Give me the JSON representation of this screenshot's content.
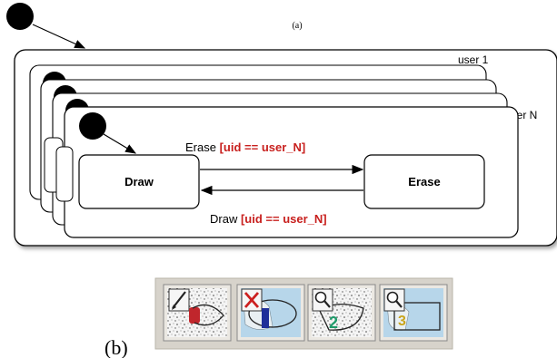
{
  "diagram": {
    "part_a_label": "(a)",
    "part_b_label": "(b)",
    "user_first": "user 1",
    "user_last": "user N",
    "states": {
      "draw": "Draw",
      "erase": "Erase"
    },
    "transitions": {
      "erase": {
        "event": "Erase",
        "guard": "[uid == user_N]"
      },
      "draw": {
        "event": "Draw",
        "guard": "[uid == user_N]"
      }
    }
  },
  "toolbar": {
    "buttons": [
      {
        "icon": "pencil-draw-icon",
        "overlay": "",
        "overlay_color": "#c0262c"
      },
      {
        "icon": "erase-x-icon",
        "overlay": "",
        "overlay_color": "#1f2f9a"
      },
      {
        "icon": "magnifier-zoom-icon",
        "overlay": "2",
        "overlay_color": "#1f9a6a"
      },
      {
        "icon": "magnifier-zoom-icon",
        "overlay": "3",
        "overlay_color": "#c9a51c"
      }
    ]
  }
}
